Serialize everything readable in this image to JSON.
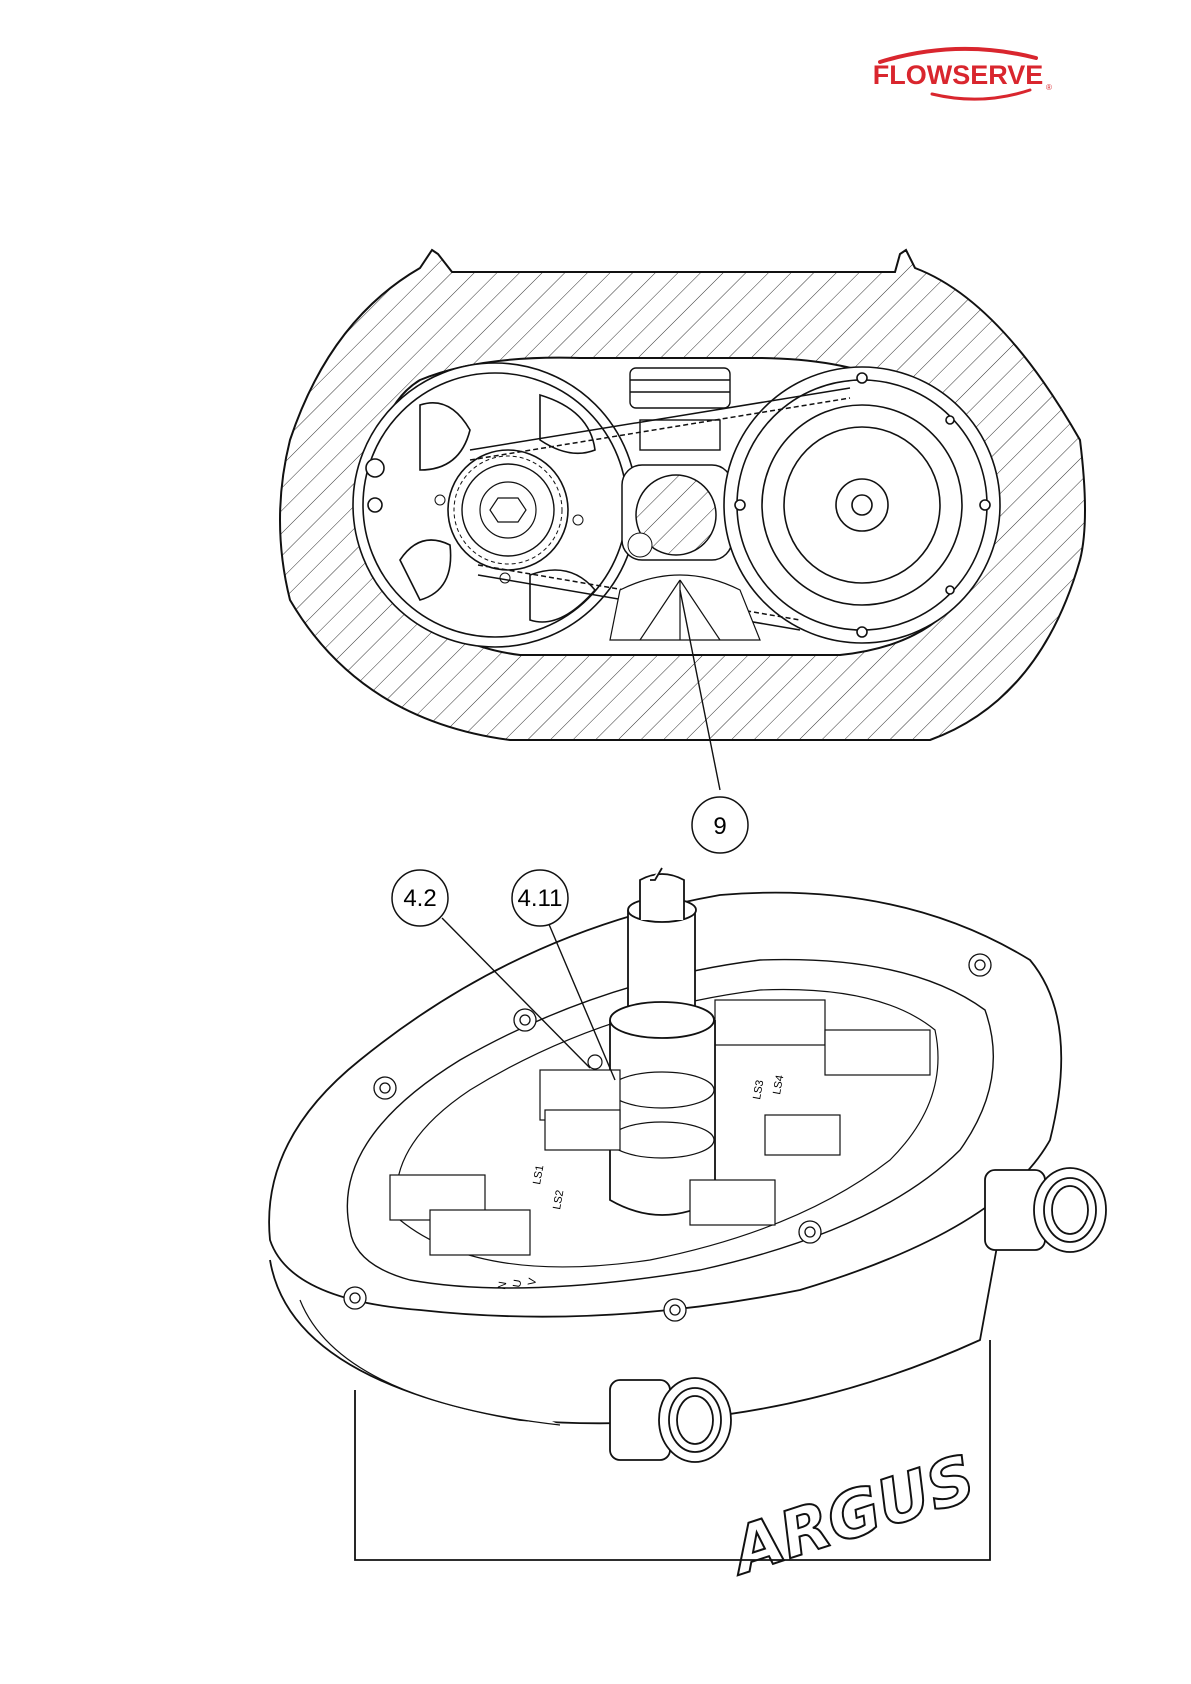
{
  "brand": {
    "name": "FLOWSERVE",
    "mark": "®",
    "color": "#d9262e"
  },
  "figure_top": {
    "callout": "9"
  },
  "figure_bottom": {
    "callouts": [
      "4.2",
      "4.11"
    ],
    "emboss": "ARGUS",
    "pcb_labels": [
      "LS1",
      "LS2",
      "LS3",
      "LS4",
      "N",
      "U",
      "V"
    ]
  },
  "icons": {
    "logo": "flowserve-logo-icon",
    "swoosh": "logo-swoosh-icon"
  }
}
